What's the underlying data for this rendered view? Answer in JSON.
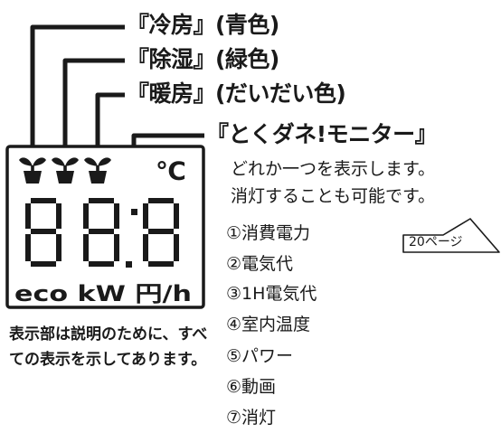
{
  "callouts": {
    "cooling": "『冷房』(青色)",
    "dehumidify": "『除湿』(緑色)",
    "heating": "『暖房』(だいだい色)",
    "monitor": "『とくダネ!モニター』"
  },
  "monitor_desc": [
    "どれか一つを表示します。",
    "消灯することも可能です。"
  ],
  "modes": [
    "①消費電力",
    "②電気代",
    "③1H電気代",
    "④室内温度",
    "⑤パワー",
    "⑥動画",
    "⑦消灯"
  ],
  "page_ref": "20ページ",
  "display": {
    "temp_unit": "℃",
    "digits": "888",
    "units": "eco kW 円/h"
  },
  "note": "表示部は説明のために、すべての表示を示してあります。",
  "colors": {
    "ink": "#1a1a1a"
  }
}
